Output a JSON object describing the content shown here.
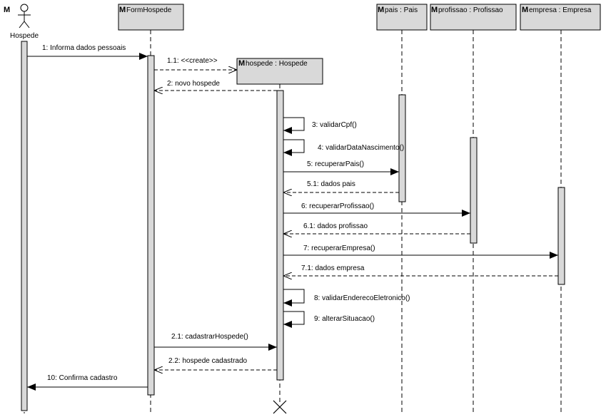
{
  "diagram": {
    "actor": {
      "name": "Hospede",
      "marker": "M"
    },
    "lifelines": [
      {
        "id": "form",
        "label": "FormHospede",
        "marker": "M"
      },
      {
        "id": "hospede",
        "label": "hospede : Hospede",
        "marker": "M"
      },
      {
        "id": "pais",
        "label": "pais : Pais",
        "marker": "M"
      },
      {
        "id": "profissao",
        "label": "profissao : Profissao",
        "marker": "M"
      },
      {
        "id": "empresa",
        "label": "empresa : Empresa",
        "marker": "M"
      }
    ],
    "messages": [
      {
        "id": "m1",
        "label": "1: Informa dados pessoais",
        "kind": "sync"
      },
      {
        "id": "m1_1",
        "label": "1.1: <<create>>",
        "kind": "create"
      },
      {
        "id": "m2",
        "label": "2: novo hospede",
        "kind": "return"
      },
      {
        "id": "m3",
        "label": "3: validarCpf()",
        "kind": "self"
      },
      {
        "id": "m4",
        "label": "4: validarDataNascimento()",
        "kind": "self"
      },
      {
        "id": "m5",
        "label": "5: recuperarPais()",
        "kind": "sync"
      },
      {
        "id": "m5_1",
        "label": "5.1: dados pais",
        "kind": "return"
      },
      {
        "id": "m6",
        "label": "6: recuperarProfissao()",
        "kind": "sync"
      },
      {
        "id": "m6_1",
        "label": "6.1: dados profissao",
        "kind": "return"
      },
      {
        "id": "m7",
        "label": "7: recuperarEmpresa()",
        "kind": "sync"
      },
      {
        "id": "m7_1",
        "label": "7.1: dados empresa",
        "kind": "return"
      },
      {
        "id": "m8",
        "label": "8: validarEnderecoEletronico()",
        "kind": "self"
      },
      {
        "id": "m9",
        "label": "9: alterarSituacao()",
        "kind": "self"
      },
      {
        "id": "m2_1",
        "label": "2.1: cadastrarHospede()",
        "kind": "sync"
      },
      {
        "id": "m2_2",
        "label": "2.2: hospede cadastrado",
        "kind": "return"
      },
      {
        "id": "m10",
        "label": "10: Confirma cadastro",
        "kind": "sync"
      }
    ]
  }
}
